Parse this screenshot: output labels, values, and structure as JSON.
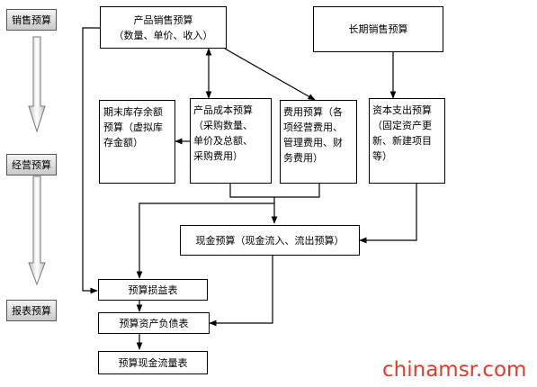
{
  "stages": [
    "销售预算",
    "经营预算",
    "报表预算"
  ],
  "nodes": {
    "product_sales": "产品销售预算\n（数量、单价、收入）",
    "long_term_sales": "长期销售预算",
    "ending_inventory": "期末库存余额\n预算（虚拟库\n存金额）",
    "product_cost": "产品成本预算\n（采购数量、\n单价及总额、\n采购费用）",
    "expense": "费用预算（各\n项经营费用、\n管理费用、财\n务费用）",
    "capital": "资本支出预算\n（固定资产更\n新、新建项目\n等）",
    "cash": "现金预算（现金流入、流出预算）",
    "profit": "预算损益表",
    "balance": "预算资产负债表",
    "cashflow": "预算现金流量表"
  },
  "watermark": "chinamsr.com"
}
